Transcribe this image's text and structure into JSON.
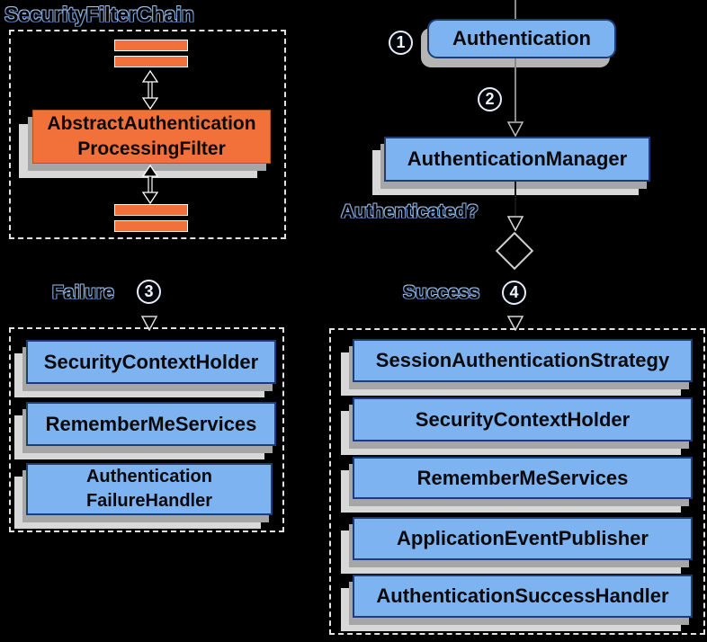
{
  "diagram": {
    "security_filter_chain": {
      "title": "SecurityFilterChain",
      "filter_line1": "AbstractAuthentication",
      "filter_line2": "ProcessingFilter"
    },
    "flow": {
      "step1_num": "1",
      "authentication_label": "Authentication",
      "step2_num": "2",
      "manager_label": "AuthenticationManager",
      "question_label": "Authenticated?",
      "failure_label": "Failure",
      "failure_num": "3",
      "success_label": "Success",
      "success_num": "4"
    },
    "failure_handlers": [
      "SecurityContextHolder",
      "RememberMeServices",
      "Authentication\nFailureHandler"
    ],
    "success_handlers": [
      "SessionAuthenticationStrategy",
      "SecurityContextHolder",
      "RememberMeServices",
      "ApplicationEventPublisher",
      "AuthenticationSuccessHandler"
    ],
    "colors": {
      "background": "#000000",
      "box_blue": "#7eb3f1",
      "box_blue_border": "#1c3e75",
      "box_orange": "#f2713b",
      "shadow_mid": "#a6a6a6",
      "shadow_light": "#d8d8d8"
    }
  }
}
